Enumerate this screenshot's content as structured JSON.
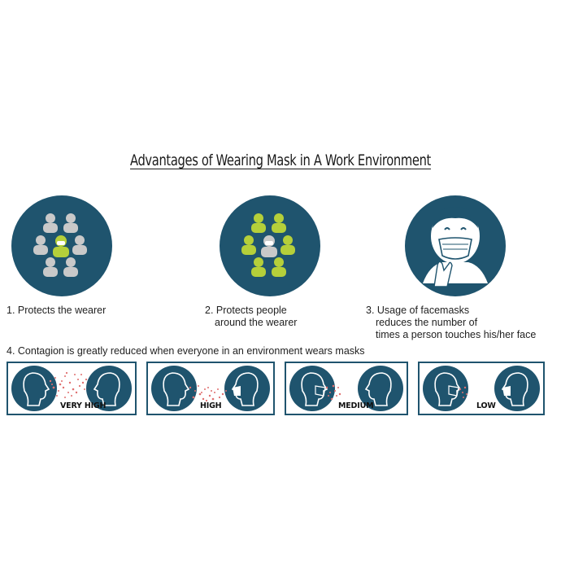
{
  "title": "Advantages of Wearing Mask in A Work Environment",
  "advantages": [
    {
      "line1": "1.  Protects the wearer"
    },
    {
      "line1": "2. Protects people",
      "line2": "around the wearer"
    },
    {
      "line1": "3. Usage of facemasks",
      "line2": "reduces the number of",
      "line3": "times a person touches his/her face"
    }
  ],
  "contagion": {
    "heading": "4. Contagion is greatly reduced when everyone in an environment wears masks",
    "levels": [
      "VERY HIGH",
      "HIGH",
      "MEDIUM",
      "LOW"
    ]
  },
  "colors": {
    "circle": "#1f546e",
    "person_gray": "#c9c9c9",
    "person_green": "#b5cf3a",
    "spray": "#e07070"
  }
}
